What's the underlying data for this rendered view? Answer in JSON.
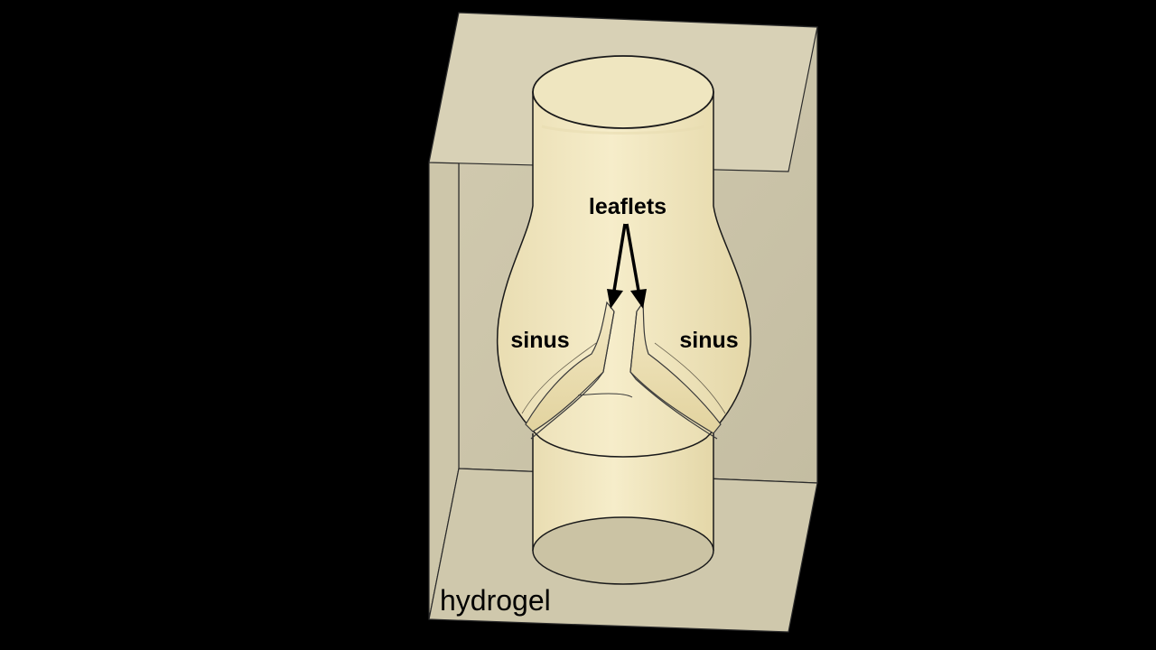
{
  "diagram": {
    "labels": {
      "leaflets": "leaflets",
      "sinus_left": "sinus",
      "sinus_right": "sinus",
      "hydrogel": "hydrogel"
    },
    "colors": {
      "background": "#000000",
      "hydrogel_block": "#c9c2a6",
      "vessel": "#f0e6bf",
      "outline": "#1a1a1a",
      "arrow": "#000000"
    }
  }
}
